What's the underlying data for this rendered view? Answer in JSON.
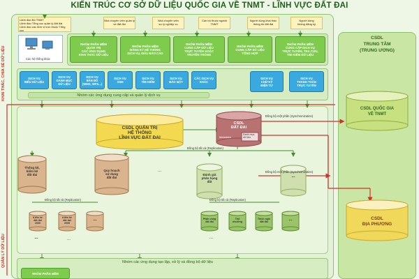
{
  "title": "KIẾN TRÚC CƠ SỞ DỮ LIỆU QUỐC GIA VỀ TNMT - LĨNH VỰC ĐẤT ĐAI",
  "side_labels": {
    "top": "KHAI THÁC, CHIA SẺ DỮ LIỆU",
    "bottom": "QUẢN LÝ DỮ LIỆU"
  },
  "users": [
    "Lãnh đạo Bộ TNMT\nLãnh đạo Tổng cục quản lý đất đai\nLãnh đạo các đơn vị trực thuộc Tổng cục\nLãnh đạo sở đất đai",
    "Nhà chuyên viên quản lý\nvề đất đai",
    "Nhà chuyên viên\nsự lý nghiệp vụ",
    "Cán bộ thuộc ngành\nTNMT",
    "Người dùng khai thác\nthông tin đất đai",
    "Người dùng\nkhông đăng ký"
  ],
  "other_systems": "Các hệ thống khác",
  "apps": [
    "NHÓM PHẦN MỀM\nQUẢN TRỊ\nCÁC ỨNG DỤNG\nKHAI THÁC DỮ LIỆU",
    "NHÓM PHẦN MỀM\nĐĂNG KÝ HỆ THỐNG\nDỊCH VỤ, MẪU BÁO CÁO",
    "NHÓM PHẦN MỀM\nCUNG CẤP DỮ LIỆU\nTRỰC TUYẾN HOẶC\nTRUYỀN THỐNG",
    "NHÓM PHẦN MỀM\nCUNG CẤP SỐ LIỆU\nTỔNG HỢP",
    "NHÓM PHẦN MỀM\nCUNG CẤP DỊCH VỤ\nTRỰC TUYẾN, TRA CỨU,\nTÌM KIẾM DỮ LIỆU"
  ],
  "services": [
    "DỊCH VỤ\nBIỂU DỮ LIỆU",
    "DỊCH VỤ\nDANH MỤC\nDỮ LIỆU",
    "DỊCH VỤ\nBẢN ĐỒ\n(WMS, WFS...)",
    "DỊCH VỤ\nẢNH",
    "DỊCH VỤ\nTÌM KIẾM",
    "DỊCH VỤ\nBẢO MẬT",
    "CÁC DỊCH VỤ\nKHÁC",
    "DỊCH VỤ\nCHỮ KÝ\nĐIỆN TỬ",
    "DỊCH VỤ\nTHANH TOÁN\nTRỰC TUYẾN"
  ],
  "service_group": "Nhóm các ứng dụng cung cấp và quản lý dịch vụ",
  "central_db": "CSDL QUẢN TRỊ\nHỆ THỐNG\nLĨNH VỰC ĐẤT ĐAI",
  "main_db": {
    "label": "CSDL\nĐẤT ĐAI",
    "left": "Metadata",
    "right": "Danh mục\ndữ liệu"
  },
  "sync_top": "Đồng bộ một phần (Synchronization)",
  "sync_mid": "Đồng bộ một phần (Synchronization)",
  "rep_main": "Đồng bộ tất cả (Replication)",
  "rep_left": "Đồng bộ tất cả (Replication)",
  "rep_right": "Đồng bộ tất cả (Replication)",
  "left_dbs": [
    "Thống kê,\nkiểm kê\nđất đai",
    "Quy hoạch\nsử dụng\nđất đai"
  ],
  "left_small": [
    "Kiểm kê\nđất đai\n2000",
    "Kiểm kê\nđất đai\n2005",
    "...",
    "..."
  ],
  "right_dbs": [
    "Đánh giá\nphân hạng\nđất",
    "..."
  ],
  "right_small": [
    "Phân vùng\nđất đai",
    "Thổ\nnhưỡng",
    "Thích nghi\nđất đai",
    "..."
  ],
  "ellipses": [
    "...",
    "...",
    "..."
  ],
  "right_panel": {
    "header": "CSDL\nTRUNG TÂM\n(TRUNG ƯƠNG)",
    "db1": "CSDL QUỐC GIA\nVỀ TNMT",
    "db2": "CSDL\nĐỊA PHƯƠNG"
  },
  "bottom_group": "Nhóm các ứng dụng tạo lập, xử lý và đồng bộ dữ liệu",
  "bottom_app": "NHÓM PHẦN MỀM"
}
